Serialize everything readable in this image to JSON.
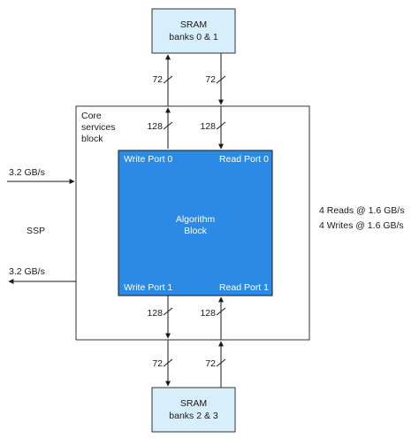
{
  "sram_top": {
    "line1": "SRAM",
    "line2": "banks 0 & 1"
  },
  "sram_bottom": {
    "line1": "SRAM",
    "line2": "banks 2 & 3"
  },
  "core_block": {
    "line1": "Core",
    "line2": "services",
    "line3": "block"
  },
  "algorithm_block": {
    "line1": "Algorithm",
    "line2": "Block"
  },
  "ports": {
    "write_port_0": "Write Port 0",
    "read_port_0": "Read Port 0",
    "write_port_1": "Write Port 1",
    "read_port_1": "Read Port 1"
  },
  "bus_widths": {
    "top_outer_left": "72",
    "top_outer_right": "72",
    "top_inner_left": "128",
    "top_inner_right": "128",
    "bottom_inner_left": "128",
    "bottom_inner_right": "128",
    "bottom_outer_left": "72",
    "bottom_outer_right": "72"
  },
  "ssp": {
    "label": "SSP",
    "input_rate": "3.2 GB/s",
    "output_rate": "3.2 GB/s"
  },
  "bandwidth": {
    "reads": "4 Reads @ 1.6 GB/s",
    "writes": "4 Writes @ 1.6 GB/s"
  },
  "colors": {
    "sram_fill": "#d7eefb",
    "algorithm_fill": "#2b8ae6",
    "line": "#1a1a1a"
  }
}
